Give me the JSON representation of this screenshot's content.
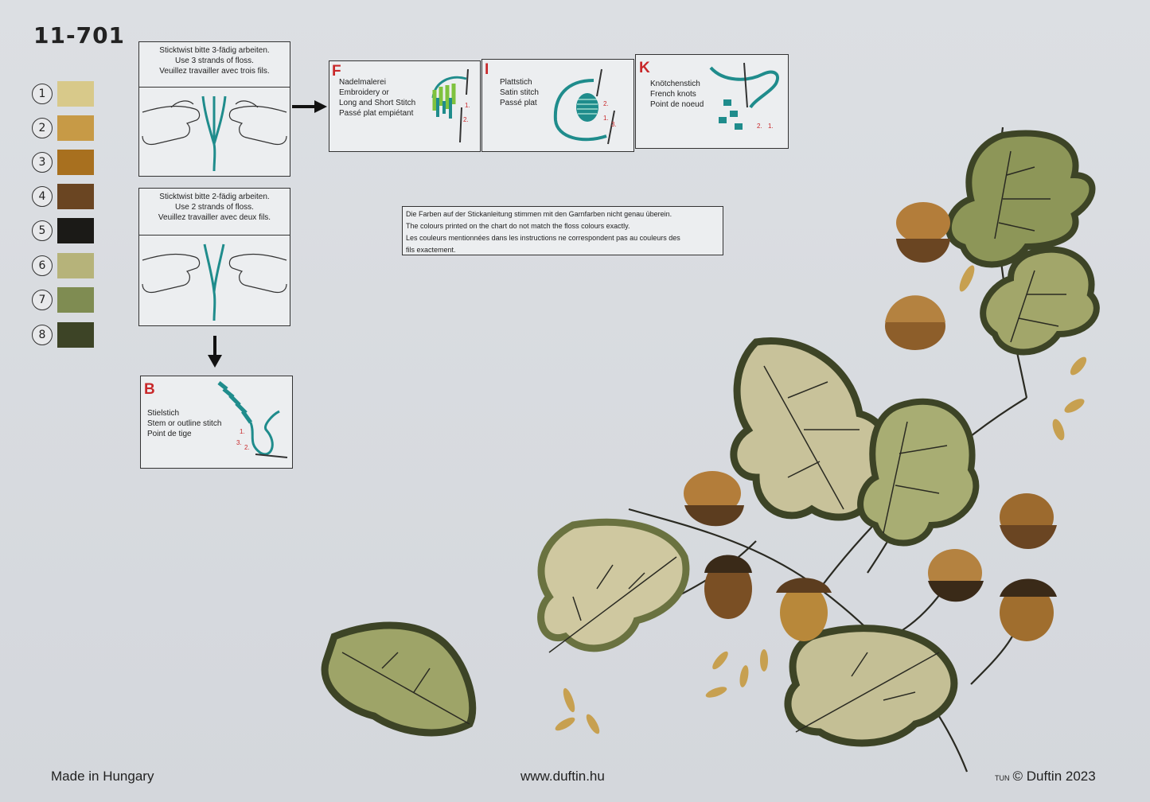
{
  "product_code": "11-701",
  "colors": [
    {
      "num": "1",
      "hex": "#d8c98a"
    },
    {
      "num": "2",
      "hex": "#c79a46"
    },
    {
      "num": "3",
      "hex": "#a8701f"
    },
    {
      "num": "4",
      "hex": "#6a4522"
    },
    {
      "num": "5",
      "hex": "#1b1a17"
    },
    {
      "num": "6",
      "hex": "#b6b37a"
    },
    {
      "num": "7",
      "hex": "#7f8c52"
    },
    {
      "num": "8",
      "hex": "#3d4426"
    }
  ],
  "strands3": {
    "line1": "Sticktwist bitte 3-fädig arbeiten.",
    "line2": "Use 3 strands of floss.",
    "line3": "Veuillez travailler avec trois fils."
  },
  "strands2": {
    "line1": "Sticktwist bitte 2-fädig arbeiten.",
    "line2": "Use 2 strands of floss.",
    "line3": "Veuillez travailler avec deux fils."
  },
  "stitches": {
    "F": {
      "letter": "F",
      "line1": "Nadelmalerei",
      "line2": "Embroidery or",
      "line3": "Long and Short Stitch",
      "line4": "Passé plat empiétant"
    },
    "I": {
      "letter": "I",
      "line1": "Plattstich",
      "line2": "Satin stitch",
      "line3": "Passé plat"
    },
    "K": {
      "letter": "K",
      "line1": "Knötchenstich",
      "line2": "French knots",
      "line3": "Point de noeud"
    },
    "B": {
      "letter": "B",
      "line1": "Stielstich",
      "line2": "Stem or outline stitch",
      "line3": "Point de tige"
    }
  },
  "diagram_step_labels": {
    "s1": "1.",
    "s2": "2.",
    "s3": "3."
  },
  "notice": {
    "line1": "Die Farben auf der Stickanleitung stimmen mit den Garnfarben nicht genau überein.",
    "line2": "The colours printed on the chart do not match the floss colours exactly.",
    "line3": "Les couleurs mentionnées dans les instructions ne correspondent pas au couleurs des",
    "line4": "fils exactement."
  },
  "footer": {
    "made_in": "Made in Hungary",
    "website": "www.duftin.hu",
    "tun": "TUN",
    "copyright": "© Duftin 2023"
  }
}
